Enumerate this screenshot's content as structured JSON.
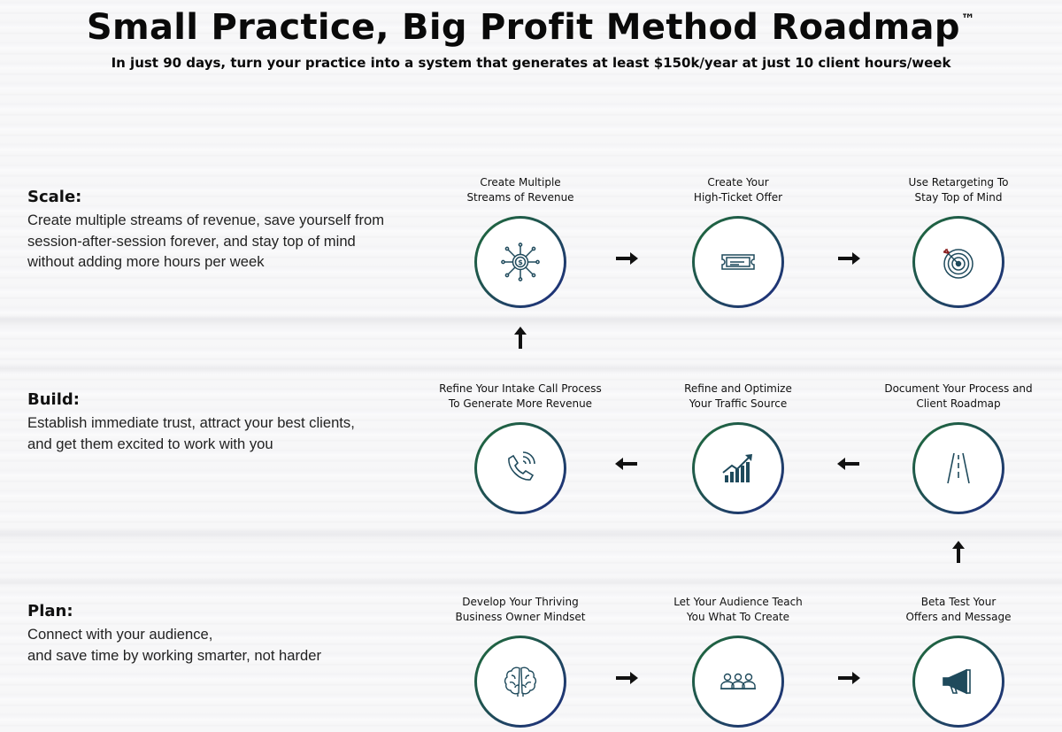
{
  "header": {
    "title": "Small Practice, Big Profit Method Roadmap",
    "trademark": "™",
    "subtitle": "In just 90 days, turn your practice into a system that generates at least $150k/year at just 10 client hours/week"
  },
  "phases": {
    "scale": {
      "title": "Scale:",
      "description": "Create multiple streams of revenue, save yourself from session-after-session forever, and stay top of mind without adding more hours per week"
    },
    "build": {
      "title": "Build:",
      "description": "Establish immediate trust, attract your best clients, and get them excited to work with you"
    },
    "plan": {
      "title": "Plan:",
      "description_line1": "Connect with your audience,",
      "description_line2": "and save time by working smarter, not harder"
    }
  },
  "steps": {
    "multiple_streams": {
      "label": "Create Multiple\nStreams of Revenue",
      "icon": "revenue-streams-icon"
    },
    "high_ticket": {
      "label": "Create Your\nHigh-Ticket Offer",
      "icon": "ticket-icon"
    },
    "retargeting": {
      "label": "Use Retargeting To\nStay Top of Mind",
      "icon": "target-icon"
    },
    "intake_call": {
      "label": "Refine Your Intake Call Process\nTo Generate More Revenue",
      "icon": "phone-call-icon"
    },
    "traffic_source": {
      "label": "Refine and Optimize\nYour Traffic Source",
      "icon": "growth-chart-icon"
    },
    "document_process": {
      "label": "Document Your Process and\nClient Roadmap",
      "icon": "road-icon"
    },
    "mindset": {
      "label": "Develop Your Thriving\nBusiness Owner Mindset",
      "icon": "brain-icon"
    },
    "audience_teach": {
      "label": "Let Your Audience Teach\nYou What To Create",
      "icon": "audience-icon"
    },
    "beta_test": {
      "label": "Beta Test Your\nOffers and Message",
      "icon": "megaphone-icon"
    }
  },
  "colors": {
    "ring_start": "#1f6b3a",
    "ring_end": "#1f2a85",
    "icon_stroke": "#1f4a5c",
    "text": "#111111"
  }
}
